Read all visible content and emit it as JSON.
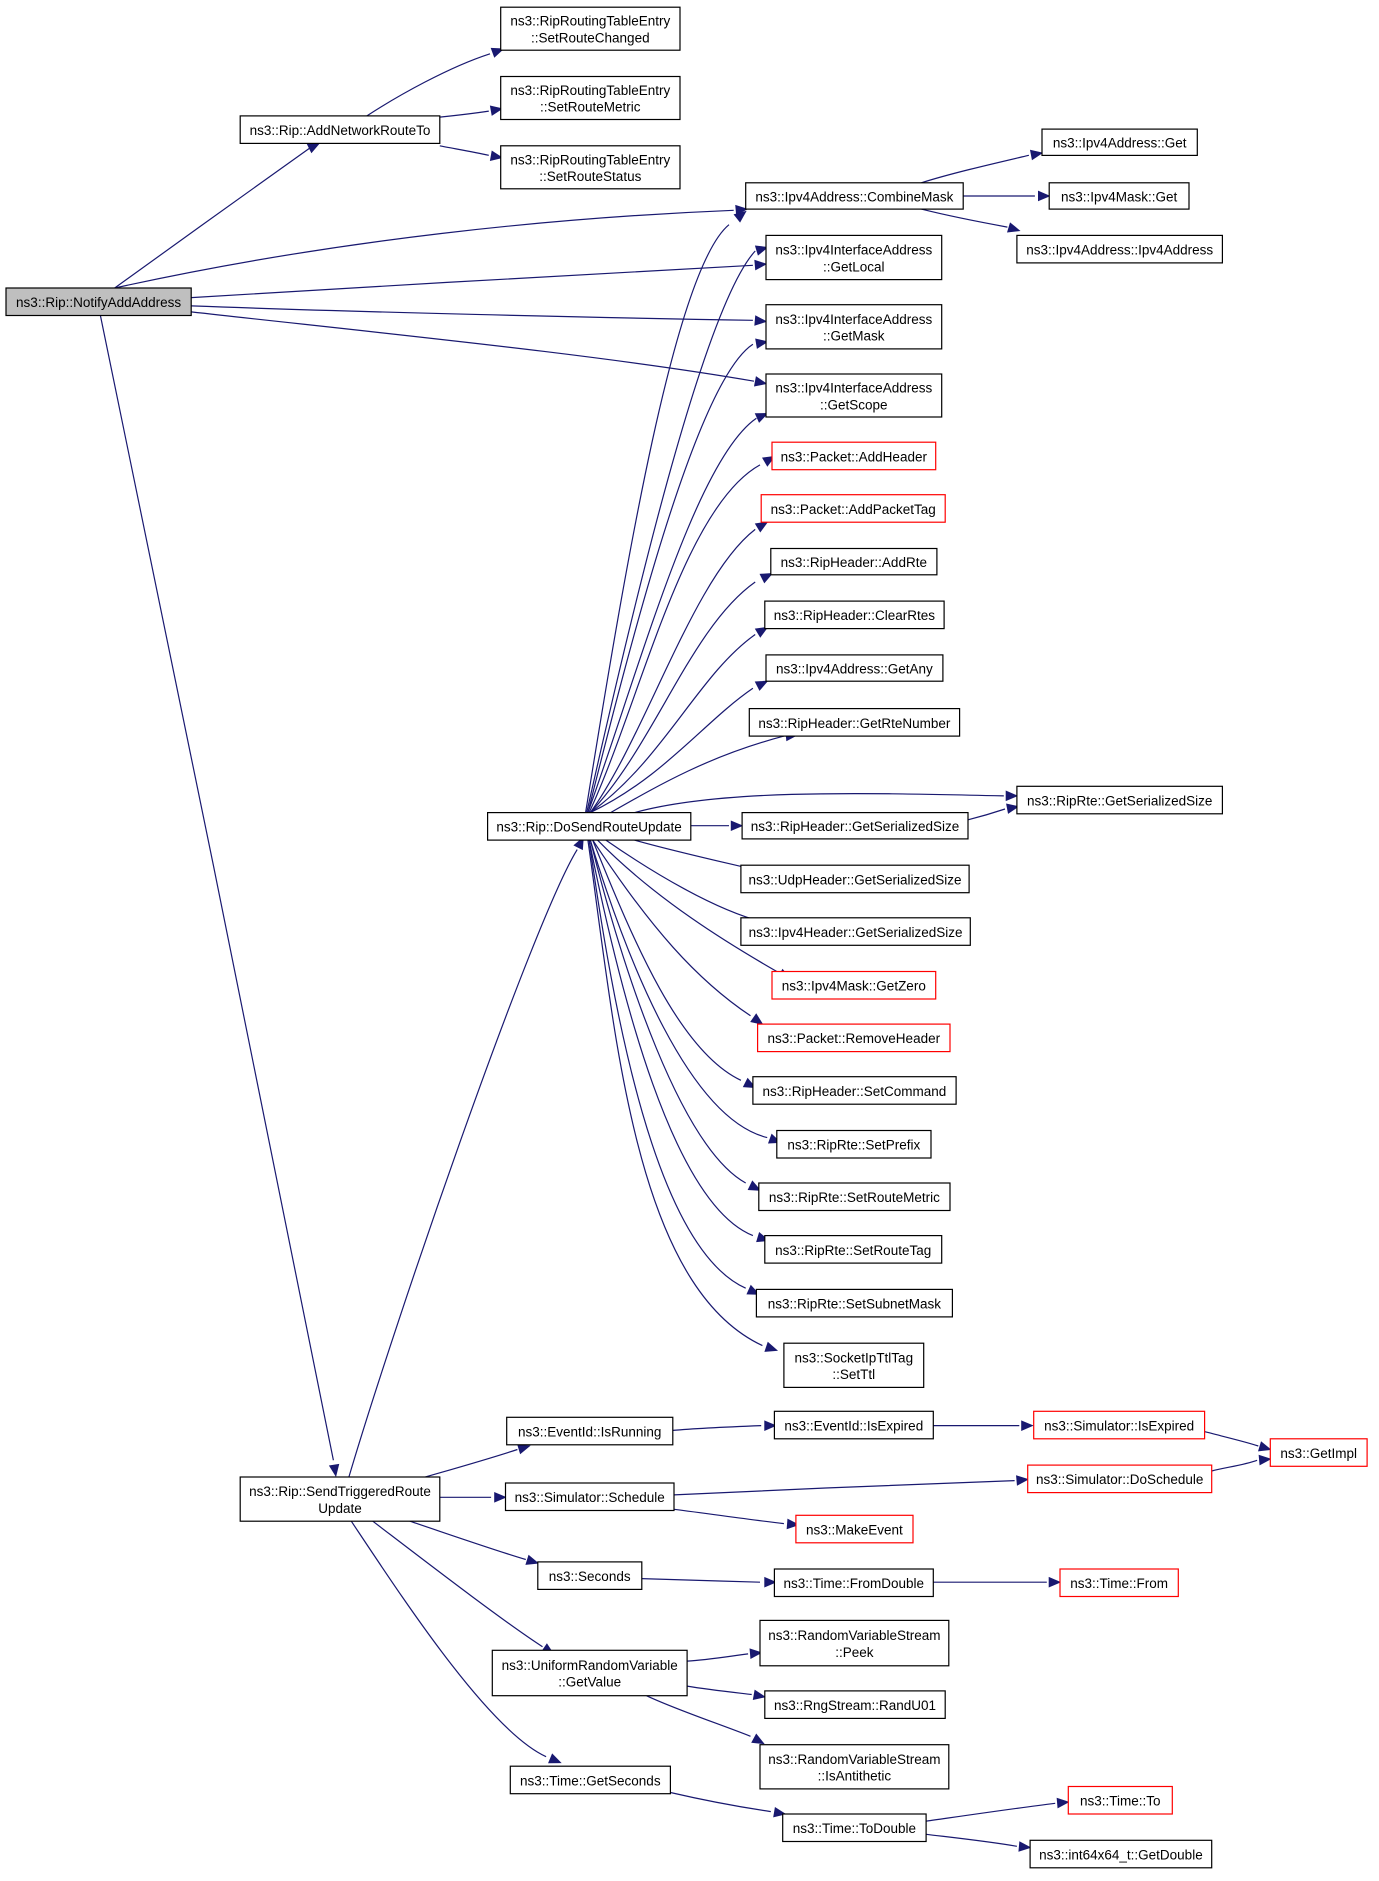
{
  "colors": {
    "edge": "#191970",
    "box_border": "#000000",
    "truncated_border": "#ff0000",
    "root_fill": "#bfbfbf",
    "box_fill": "#ffffff",
    "text": "#000000"
  },
  "nodes": [
    {
      "id": "notify",
      "lines": [
        "ns3::Rip::NotifyAddAddress"
      ],
      "style": "root"
    },
    {
      "id": "addnet",
      "lines": [
        "ns3::Rip::AddNetworkRouteTo"
      ],
      "style": "normal"
    },
    {
      "id": "setchanged",
      "lines": [
        "ns3::RipRoutingTableEntry",
        "::SetRouteChanged"
      ],
      "style": "normal"
    },
    {
      "id": "setmetric_rte",
      "lines": [
        "ns3::RipRoutingTableEntry",
        "::SetRouteMetric"
      ],
      "style": "normal"
    },
    {
      "id": "setstatus",
      "lines": [
        "ns3::RipRoutingTableEntry",
        "::SetRouteStatus"
      ],
      "style": "normal"
    },
    {
      "id": "combine",
      "lines": [
        "ns3::Ipv4Address::CombineMask"
      ],
      "style": "normal"
    },
    {
      "id": "addrget",
      "lines": [
        "ns3::Ipv4Address::Get"
      ],
      "style": "normal"
    },
    {
      "id": "maskget",
      "lines": [
        "ns3::Ipv4Mask::Get"
      ],
      "style": "normal"
    },
    {
      "id": "addrctor",
      "lines": [
        "ns3::Ipv4Address::Ipv4Address"
      ],
      "style": "normal"
    },
    {
      "id": "getlocal",
      "lines": [
        "ns3::Ipv4InterfaceAddress",
        "::GetLocal"
      ],
      "style": "normal"
    },
    {
      "id": "getmask",
      "lines": [
        "ns3::Ipv4InterfaceAddress",
        "::GetMask"
      ],
      "style": "normal"
    },
    {
      "id": "getscope",
      "lines": [
        "ns3::Ipv4InterfaceAddress",
        "::GetScope"
      ],
      "style": "normal"
    },
    {
      "id": "addheader",
      "lines": [
        "ns3::Packet::AddHeader"
      ],
      "style": "truncated"
    },
    {
      "id": "addpackettag",
      "lines": [
        "ns3::Packet::AddPacketTag"
      ],
      "style": "truncated"
    },
    {
      "id": "addrte",
      "lines": [
        "ns3::RipHeader::AddRte"
      ],
      "style": "normal"
    },
    {
      "id": "clearrtes",
      "lines": [
        "ns3::RipHeader::ClearRtes"
      ],
      "style": "normal"
    },
    {
      "id": "getany",
      "lines": [
        "ns3::Ipv4Address::GetAny"
      ],
      "style": "normal"
    },
    {
      "id": "getrtenumber",
      "lines": [
        "ns3::RipHeader::GetRteNumber"
      ],
      "style": "normal"
    },
    {
      "id": "rteserial",
      "lines": [
        "ns3::RipRte::GetSerializedSize"
      ],
      "style": "normal"
    },
    {
      "id": "dosend",
      "lines": [
        "ns3::Rip::DoSendRouteUpdate"
      ],
      "style": "normal"
    },
    {
      "id": "ripheaderserial",
      "lines": [
        "ns3::RipHeader::GetSerializedSize"
      ],
      "style": "normal"
    },
    {
      "id": "udpserial",
      "lines": [
        "ns3::UdpHeader::GetSerializedSize"
      ],
      "style": "normal"
    },
    {
      "id": "ipv4serial",
      "lines": [
        "ns3::Ipv4Header::GetSerializedSize"
      ],
      "style": "normal"
    },
    {
      "id": "getzero",
      "lines": [
        "ns3::Ipv4Mask::GetZero"
      ],
      "style": "truncated"
    },
    {
      "id": "removeheader",
      "lines": [
        "ns3::Packet::RemoveHeader"
      ],
      "style": "truncated"
    },
    {
      "id": "setcommand",
      "lines": [
        "ns3::RipHeader::SetCommand"
      ],
      "style": "normal"
    },
    {
      "id": "setprefix",
      "lines": [
        "ns3::RipRte::SetPrefix"
      ],
      "style": "normal"
    },
    {
      "id": "setroutemetric",
      "lines": [
        "ns3::RipRte::SetRouteMetric"
      ],
      "style": "normal"
    },
    {
      "id": "setroutetag",
      "lines": [
        "ns3::RipRte::SetRouteTag"
      ],
      "style": "normal"
    },
    {
      "id": "setsubnetmask",
      "lines": [
        "ns3::RipRte::SetSubnetMask"
      ],
      "style": "normal"
    },
    {
      "id": "setttl",
      "lines": [
        "ns3::SocketIpTtlTag",
        "::SetTtl"
      ],
      "style": "normal"
    },
    {
      "id": "isrunning",
      "lines": [
        "ns3::EventId::IsRunning"
      ],
      "style": "normal"
    },
    {
      "id": "isexpired",
      "lines": [
        "ns3::EventId::IsExpired"
      ],
      "style": "normal"
    },
    {
      "id": "simisexpired",
      "lines": [
        "ns3::Simulator::IsExpired"
      ],
      "style": "truncated"
    },
    {
      "id": "getimpl",
      "lines": [
        "ns3::GetImpl"
      ],
      "style": "truncated"
    },
    {
      "id": "sendtrig",
      "lines": [
        "ns3::Rip::SendTriggeredRoute",
        "Update"
      ],
      "style": "normal"
    },
    {
      "id": "schedule",
      "lines": [
        "ns3::Simulator::Schedule"
      ],
      "style": "normal"
    },
    {
      "id": "doschedule",
      "lines": [
        "ns3::Simulator::DoSchedule"
      ],
      "style": "truncated"
    },
    {
      "id": "makeevent",
      "lines": [
        "ns3::MakeEvent"
      ],
      "style": "truncated"
    },
    {
      "id": "seconds",
      "lines": [
        "ns3::Seconds"
      ],
      "style": "normal"
    },
    {
      "id": "fromdouble",
      "lines": [
        "ns3::Time::FromDouble"
      ],
      "style": "normal"
    },
    {
      "id": "timefrom",
      "lines": [
        "ns3::Time::From"
      ],
      "style": "truncated"
    },
    {
      "id": "peek",
      "lines": [
        "ns3::RandomVariableStream",
        "::Peek"
      ],
      "style": "normal"
    },
    {
      "id": "uniformgetvalue",
      "lines": [
        "ns3::UniformRandomVariable",
        "::GetValue"
      ],
      "style": "normal"
    },
    {
      "id": "randu01",
      "lines": [
        "ns3::RngStream::RandU01"
      ],
      "style": "normal"
    },
    {
      "id": "isantithetic",
      "lines": [
        "ns3::RandomVariableStream",
        "::IsAntithetic"
      ],
      "style": "normal"
    },
    {
      "id": "getseconds",
      "lines": [
        "ns3::Time::GetSeconds"
      ],
      "style": "normal"
    },
    {
      "id": "todouble",
      "lines": [
        "ns3::Time::ToDouble"
      ],
      "style": "normal"
    },
    {
      "id": "timeto",
      "lines": [
        "ns3::Time::To"
      ],
      "style": "truncated"
    },
    {
      "id": "getdouble",
      "lines": [
        "ns3::int64x64_t::GetDouble"
      ],
      "style": "normal"
    }
  ]
}
